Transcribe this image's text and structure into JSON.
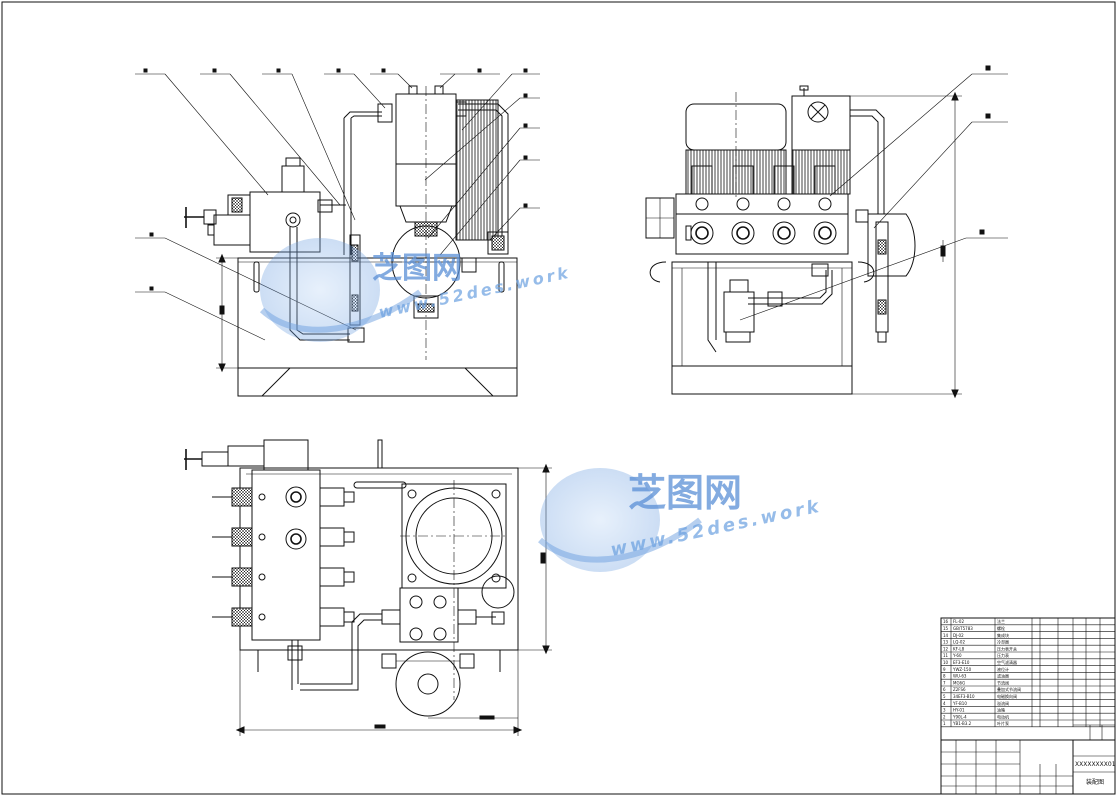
{
  "watermark": {
    "brand": "芝图网",
    "url": "www.52des.work",
    "color": "#5a8fd6"
  },
  "title_block": {
    "drawing_no": "XXXXXXXX01",
    "drawing_title": "装配图",
    "parts": [
      {
        "no": "1",
        "code": "YB1-B3.2",
        "name": "叶片泵"
      },
      {
        "no": "2",
        "code": "Y90L-4",
        "name": "电动机"
      },
      {
        "no": "3",
        "code": "HY-01",
        "name": "油箱"
      },
      {
        "no": "4",
        "code": "YF-B10",
        "name": "溢流阀"
      },
      {
        "no": "5",
        "code": "34EF3-B10",
        "name": "电磁换向阀"
      },
      {
        "no": "6",
        "code": "Z2FS6",
        "name": "叠加式节流阀"
      },
      {
        "no": "7",
        "code": "MG6G",
        "name": "节流阀"
      },
      {
        "no": "8",
        "code": "WU-63",
        "name": "滤油器"
      },
      {
        "no": "9",
        "code": "YWZ-150",
        "name": "液位计"
      },
      {
        "no": "10",
        "code": "EF3-E10",
        "name": "空气滤清器"
      },
      {
        "no": "11",
        "code": "Y-60",
        "name": "压力表"
      },
      {
        "no": "12",
        "code": "KF-L8",
        "name": "压力表开关"
      },
      {
        "no": "13",
        "code": "LQ-02",
        "name": "冷却器"
      },
      {
        "no": "14",
        "code": "DJ-02",
        "name": "集成块"
      },
      {
        "no": "15",
        "code": "GB/T5783",
        "name": "螺栓"
      },
      {
        "no": "16",
        "code": "FL-02",
        "name": "法兰"
      }
    ]
  }
}
